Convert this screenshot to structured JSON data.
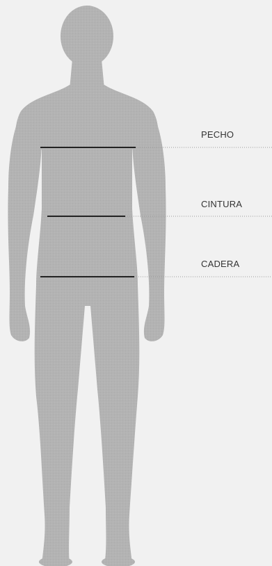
{
  "measurements": {
    "chest": "PECHO",
    "waist": "CINTURA",
    "hip": "CADERA"
  },
  "colors": {
    "background": "#f1f1f1",
    "silhouette": "#b3b3b3",
    "measure_line": "#222222",
    "guide_line": "#9a9a9a",
    "label_text": "#333333"
  }
}
